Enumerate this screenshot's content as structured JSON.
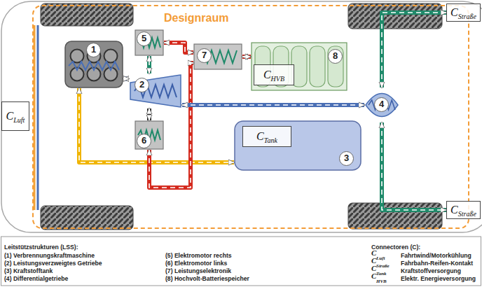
{
  "diagram": {
    "nodes": [
      {
        "text": [
          "Designraum"
        ]
      },
      {
        "text": [
          "C",
          "Luft"
        ]
      },
      {
        "text": [
          "C",
          "Straße"
        ]
      },
      {
        "text": [
          "1"
        ],
        "in": 0
      },
      {
        "text": [
          "5"
        ],
        "in": 0
      },
      {
        "text": [
          "2"
        ],
        "in": 0
      },
      {
        "text": [
          "7"
        ],
        "in": 0
      },
      {
        "text": [
          "8"
        ],
        "in": 0
      },
      {
        "text": [
          "C",
          "HVB"
        ],
        "in": 7
      },
      {
        "text": [
          "4"
        ],
        "in": 0
      },
      {
        "text": [
          "6"
        ],
        "in": 0
      },
      {
        "text": [
          "3"
        ],
        "in": 0
      },
      {
        "text": [
          "C",
          "Tank"
        ],
        "in": 11
      },
      {
        "text": [
          "C",
          "Straße"
        ]
      }
    ],
    "edges": [
      {
        "from": 3,
        "to": 5,
        "arrow": "both"
      },
      {
        "from": 3,
        "to": 11,
        "arrow": "both"
      },
      {
        "from": 5,
        "to": 4,
        "arrow": "both"
      },
      {
        "from": 5,
        "to": 10,
        "arrow": "both"
      },
      {
        "from": 4,
        "to": 6,
        "arrow": "both"
      },
      {
        "from": 10,
        "to": 6,
        "arrow": "both"
      },
      {
        "from": 6,
        "to": 7,
        "arrow": "both"
      },
      {
        "from": 5,
        "to": 9,
        "arrow": "both"
      },
      {
        "from": 9,
        "to": 2,
        "arrow": "both"
      },
      {
        "from": 9,
        "to": 13,
        "arrow": "both"
      }
    ],
    "labels": [
      "Leitstützstrukturen (LSS):",
      "(1) Verbrennungskraftmaschine",
      "(2) Leistungsverzweigtes Getriebe",
      "(3) Kraftstofftank",
      "(4) Differentialgetriebe",
      "(5) Elektromotor rechts",
      "(6) Elektromotor links",
      "(7) Leistungselektronik",
      "(8) Hochvolt-Batteriespeicher",
      "Connectoren (C):",
      "C",
      "Luft",
      "Fahrtwind/Motorkühlung",
      "C",
      "Straße",
      "Fahrbahn-Reifen-Kontakt",
      "C",
      "Tank",
      "Kraftstoffversorgung",
      "C",
      "HVB",
      "Elektr. Energieversorgung"
    ]
  }
}
